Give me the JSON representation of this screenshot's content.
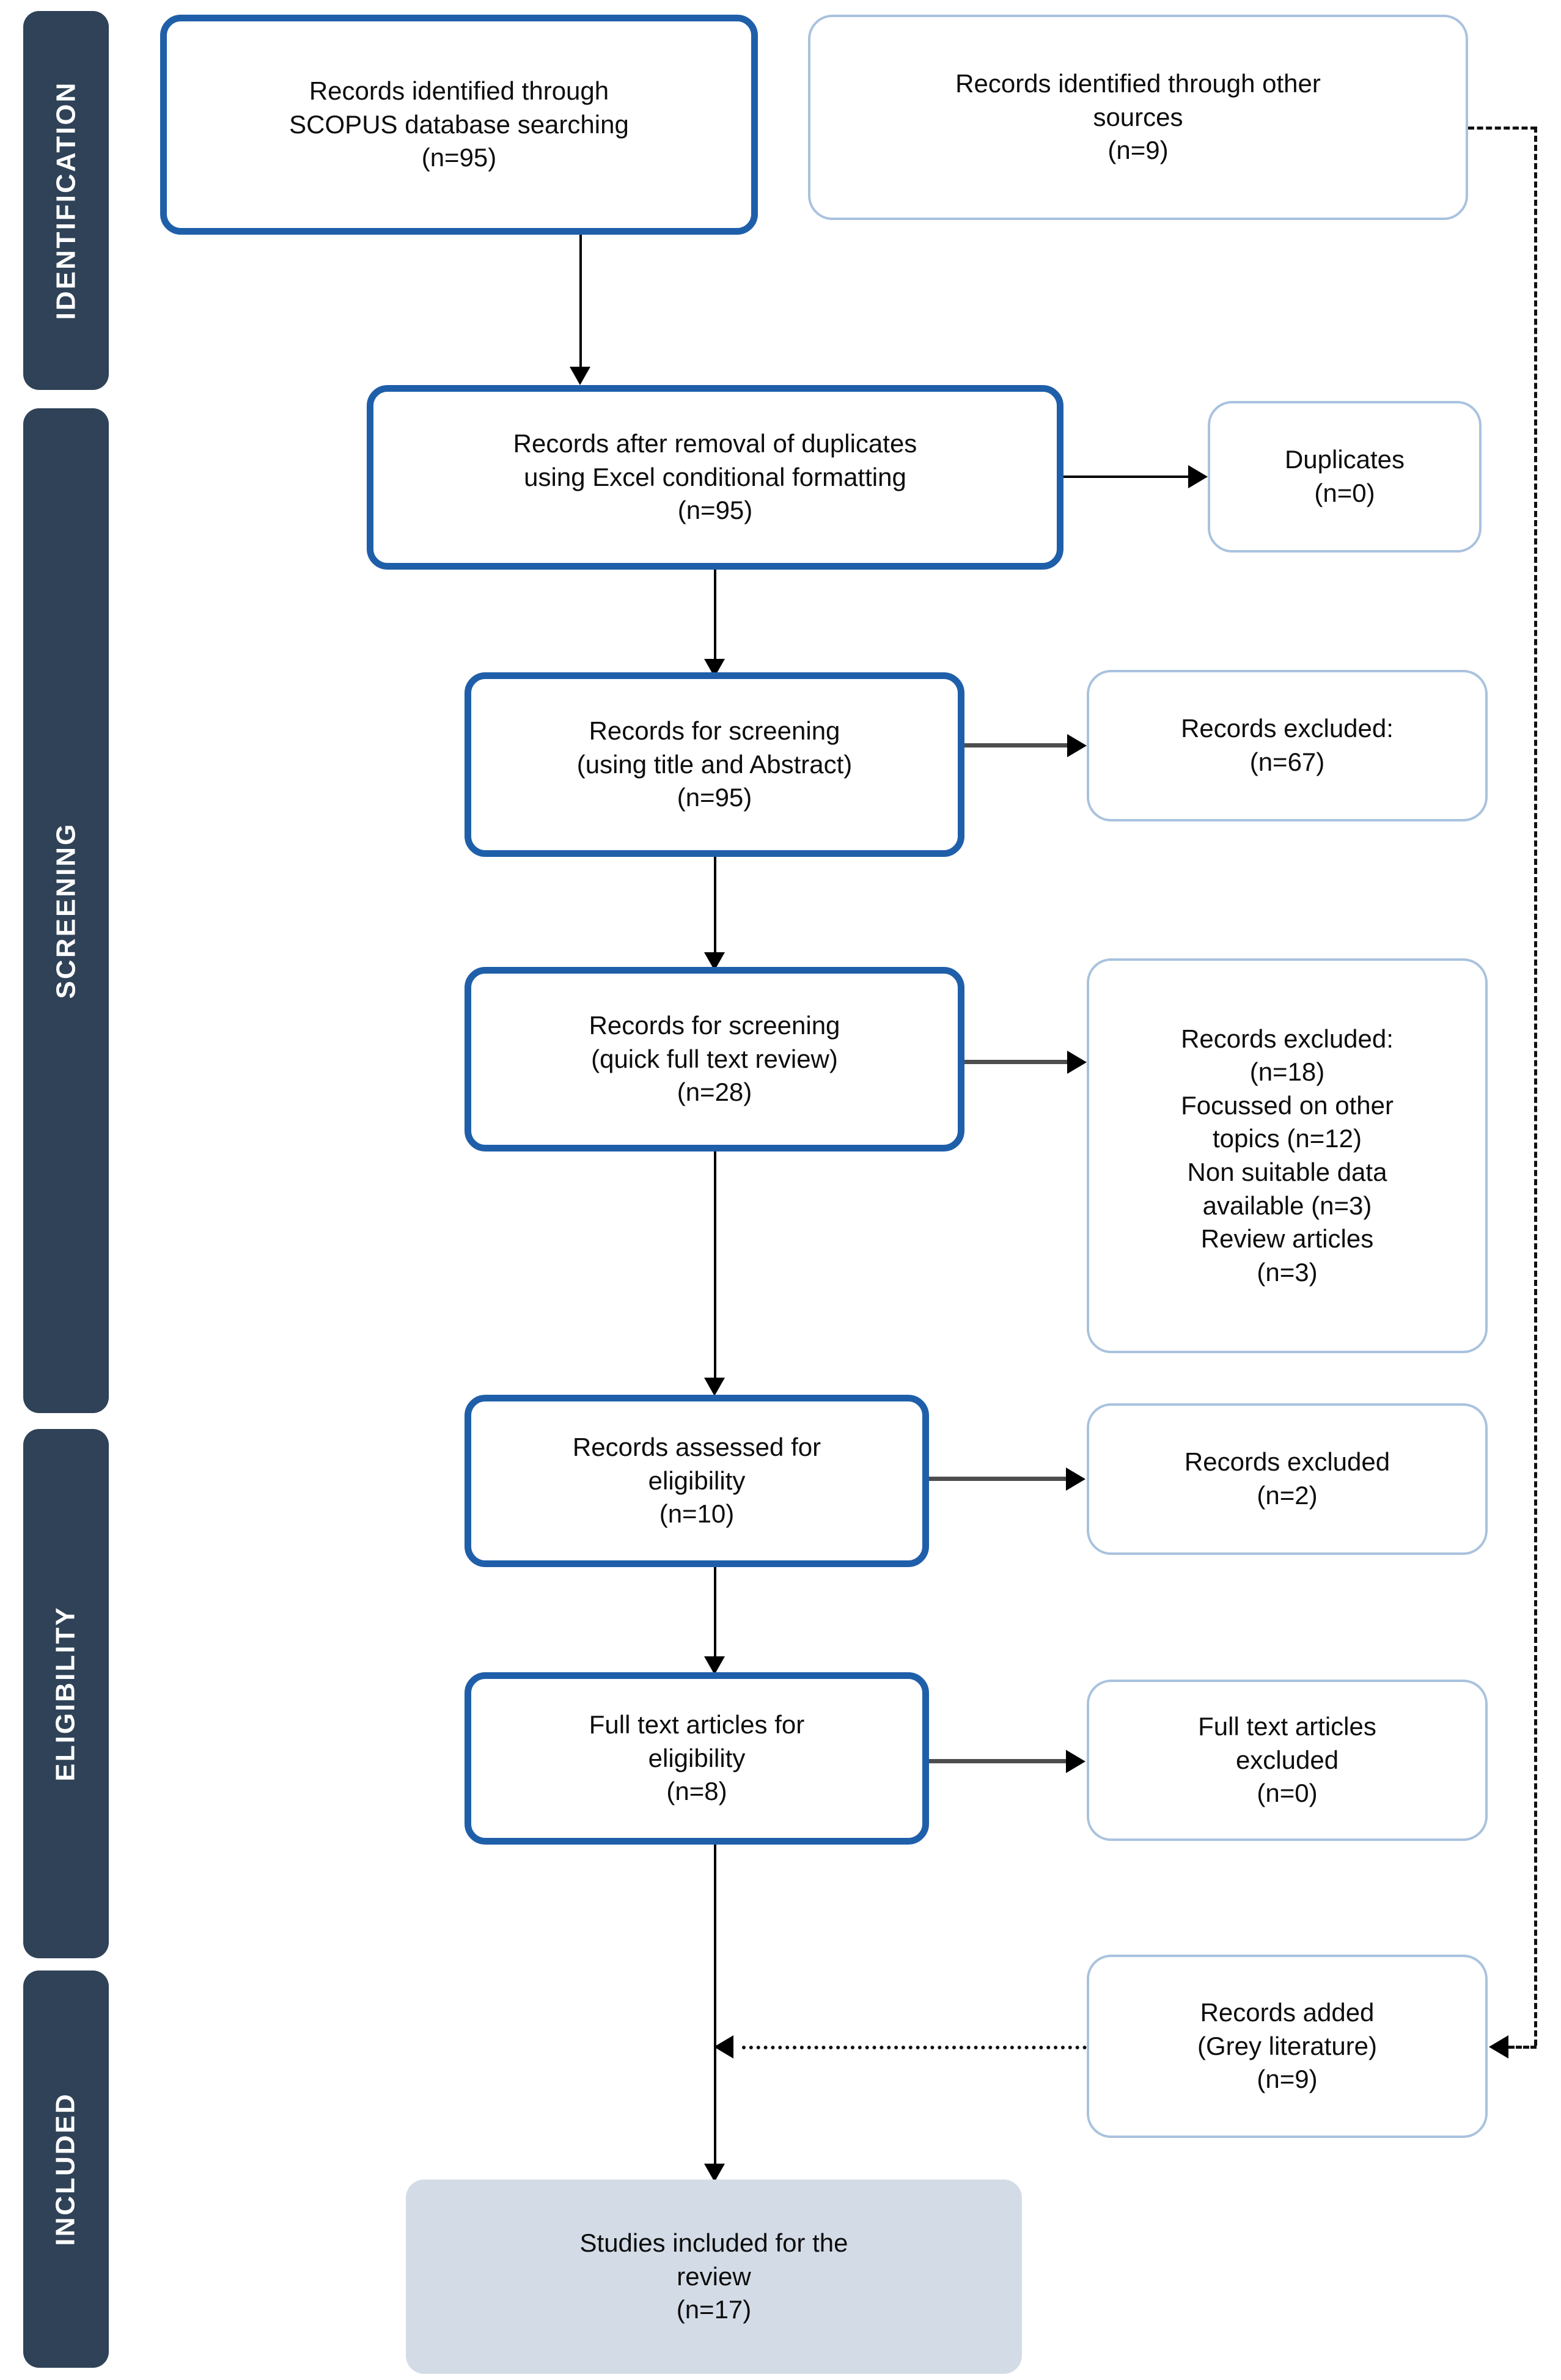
{
  "diagram": {
    "title": "PRISMA flow diagram",
    "colors": {
      "stage_bar": "#2f4257",
      "primary_border": "#1f5faa",
      "secondary_border": "#a9c2de",
      "included_fill": "#d3dce6",
      "connector": "#000000",
      "page_background": "#ffffff"
    }
  },
  "stages": [
    {
      "id": "identification",
      "label": "IDENTIFICATION"
    },
    {
      "id": "screening",
      "label": "SCREENING"
    },
    {
      "id": "eligibility",
      "label": "ELIGIBILITY"
    },
    {
      "id": "included",
      "label": "INCLUDED"
    }
  ],
  "boxes": {
    "scopus_records": {
      "text": "Records identified through\nSCOPUS database searching\n(n=95)",
      "n": 95,
      "style": "primary"
    },
    "other_sources": {
      "text": "Records identified through other\nsources\n(n=9)",
      "n": 9,
      "style": "secondary"
    },
    "after_duplicates": {
      "text": "Records after removal of duplicates\nusing Excel conditional formatting\n(n=95)",
      "n": 95,
      "style": "primary"
    },
    "duplicates": {
      "text": "Duplicates\n(n=0)",
      "n": 0,
      "style": "secondary"
    },
    "screening_title_abstract": {
      "text": "Records for screening\n(using title and Abstract)\n(n=95)",
      "n": 95,
      "style": "primary"
    },
    "excluded_title_abstract": {
      "text": "Records excluded:\n(n=67)",
      "n": 67,
      "style": "secondary"
    },
    "screening_quick_full_text": {
      "text": "Records for screening\n(quick full text review)\n(n=28)",
      "n": 28,
      "style": "primary"
    },
    "excluded_quick_full_text": {
      "text": "Records excluded:\n(n=18)\nFocussed on other\ntopics (n=12)\nNon suitable data\navailable (n=3)\nReview articles\n(n=3)",
      "n": 18,
      "reasons": [
        {
          "label": "Focussed on other topics",
          "n": 12
        },
        {
          "label": "Non suitable data available",
          "n": 3
        },
        {
          "label": "Review articles",
          "n": 3
        }
      ],
      "style": "secondary"
    },
    "assessed_eligibility": {
      "text": "Records assessed for\neligibility\n(n=10)",
      "n": 10,
      "style": "primary"
    },
    "excluded_eligibility": {
      "text": "Records excluded\n(n=2)",
      "n": 2,
      "style": "secondary"
    },
    "full_text_eligibility": {
      "text": "Full text articles for\neligibility\n(n=8)",
      "n": 8,
      "style": "primary"
    },
    "full_text_excluded": {
      "text": "Full text articles\nexcluded\n(n=0)",
      "n": 0,
      "style": "secondary"
    },
    "grey_literature": {
      "text": "Records added\n(Grey literature)\n(n=9)",
      "n": 9,
      "style": "secondary"
    },
    "studies_included": {
      "text": "Studies included for the\nreview\n(n=17)",
      "n": 17,
      "style": "filled"
    }
  },
  "connectors": [
    {
      "id": "scopus-to-after-duplicates",
      "type": "arrow-down",
      "from": "scopus_records",
      "to": "after_duplicates"
    },
    {
      "id": "after-duplicates-to-duplicates",
      "type": "arrow-right",
      "from": "after_duplicates",
      "to": "duplicates"
    },
    {
      "id": "after-duplicates-to-screening-ta",
      "type": "arrow-down",
      "from": "after_duplicates",
      "to": "screening_title_abstract"
    },
    {
      "id": "screening-ta-to-excluded-ta",
      "type": "arrow-right",
      "from": "screening_title_abstract",
      "to": "excluded_title_abstract"
    },
    {
      "id": "screening-ta-to-screening-qft",
      "type": "arrow-down",
      "from": "screening_title_abstract",
      "to": "screening_quick_full_text"
    },
    {
      "id": "screening-qft-to-excluded-qft",
      "type": "arrow-right",
      "from": "screening_quick_full_text",
      "to": "excluded_quick_full_text"
    },
    {
      "id": "screening-qft-to-assessed",
      "type": "arrow-down",
      "from": "screening_quick_full_text",
      "to": "assessed_eligibility"
    },
    {
      "id": "assessed-to-excluded",
      "type": "arrow-right",
      "from": "assessed_eligibility",
      "to": "excluded_eligibility"
    },
    {
      "id": "assessed-to-full-text",
      "type": "arrow-down",
      "from": "assessed_eligibility",
      "to": "full_text_eligibility"
    },
    {
      "id": "full-text-to-excluded",
      "type": "arrow-right",
      "from": "full_text_eligibility",
      "to": "full_text_excluded"
    },
    {
      "id": "full-text-to-included",
      "type": "arrow-down",
      "from": "full_text_eligibility",
      "to": "studies_included"
    },
    {
      "id": "other-sources-to-grey-literature",
      "type": "dashed-route",
      "from": "other_sources",
      "to": "grey_literature"
    },
    {
      "id": "grey-literature-to-main-flow",
      "type": "dotted-arrow-left",
      "from": "grey_literature",
      "to": "studies_included"
    }
  ]
}
